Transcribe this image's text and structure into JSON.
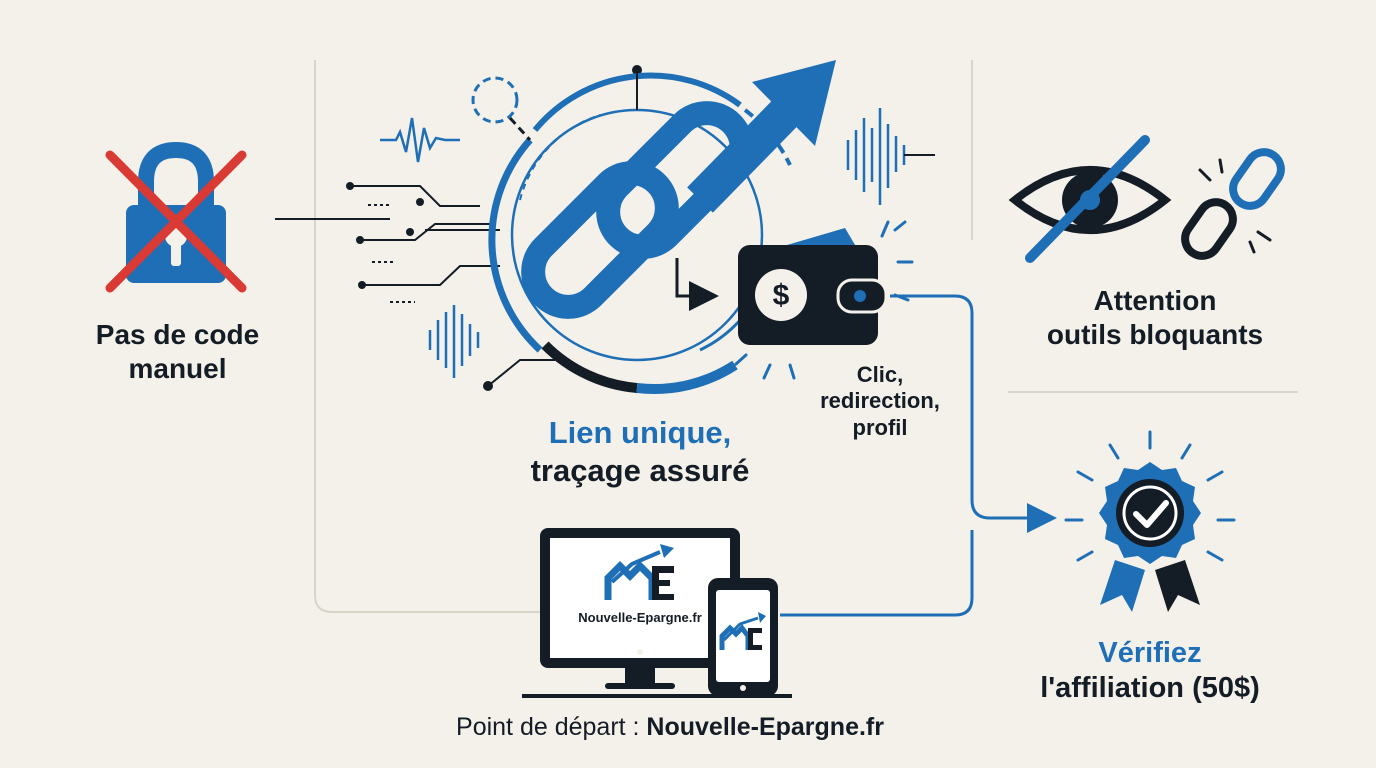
{
  "left_panel": {
    "label_line1": "Pas de code",
    "label_line2": "manuel"
  },
  "center_panel": {
    "title_line1": "Lien unique,",
    "title_line2": "traçage assuré",
    "wallet_note_line1": "Clic,",
    "wallet_note_line2": "redirection,",
    "wallet_note_line3": "profil"
  },
  "right_top_panel": {
    "label_line1": "Attention",
    "label_line2": "outils bloquants"
  },
  "right_bottom_panel": {
    "label_line1": "Vérifiez",
    "label_line2": "l'affiliation (50$)"
  },
  "devices": {
    "site_name": "Nouvelle-Epargne.fr",
    "caption_prefix": "Point de départ : ",
    "caption_site": "Nouvelle-Epargne.fr"
  },
  "colors": {
    "background": "#f4f1ea",
    "blue": "#1f6fb6",
    "navy": "#141c26",
    "red": "#d93a33",
    "divider": "#d9d4c8"
  }
}
